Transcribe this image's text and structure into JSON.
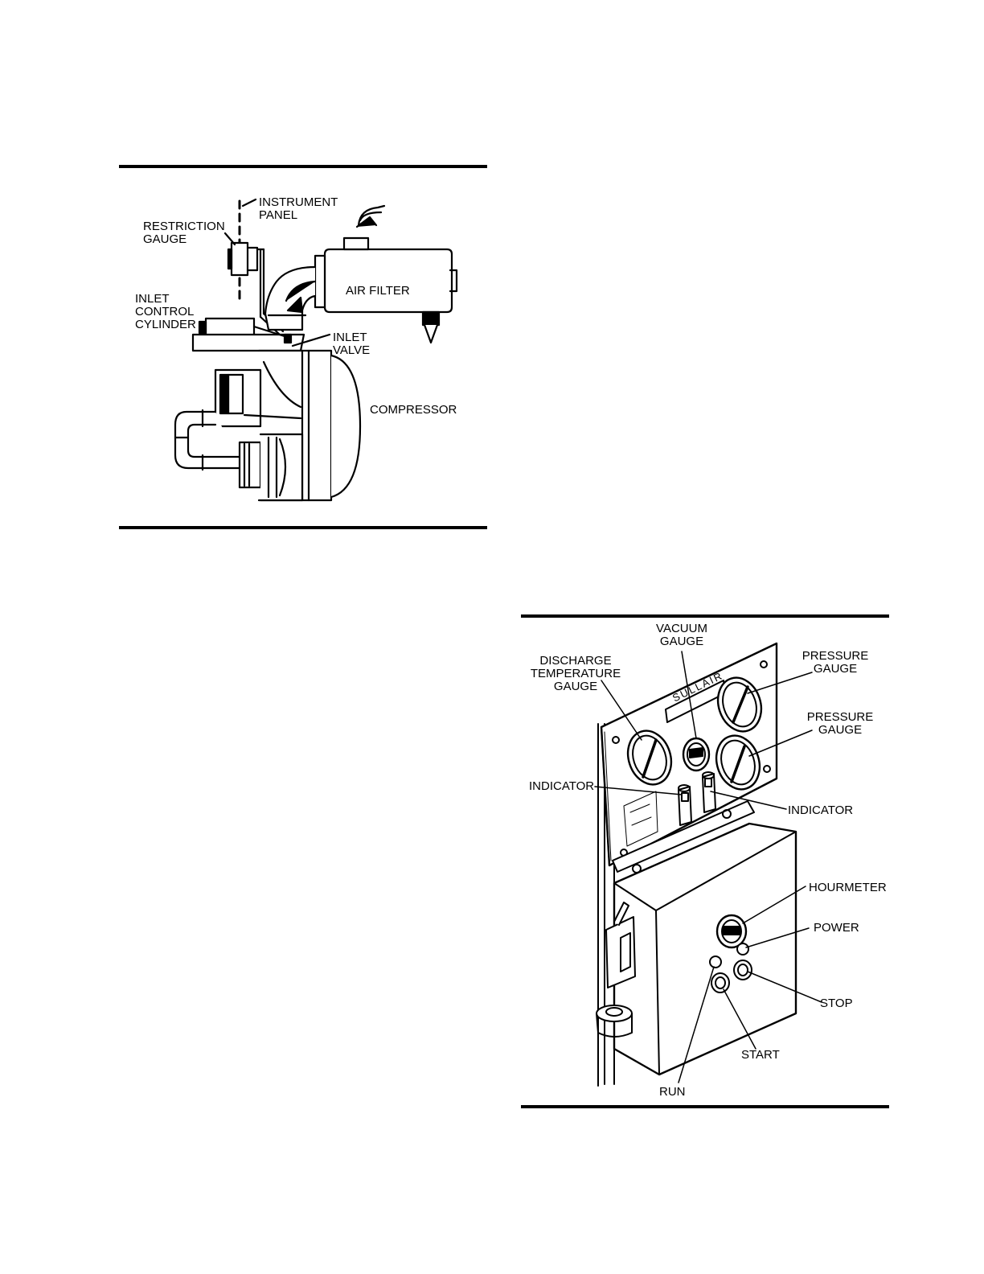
{
  "figure1": {
    "labels": {
      "instrument_panel": [
        "INSTRUMENT",
        "PANEL"
      ],
      "restriction_gauge": [
        "RESTRICTION",
        "GAUGE"
      ],
      "air_filter": "AIR FILTER",
      "inlet_control_cylinder": [
        "INLET",
        "CONTROL",
        "CYLINDER"
      ],
      "inlet_valve": [
        "INLET",
        "VALVE"
      ],
      "compressor": "COMPRESSOR"
    }
  },
  "figure2": {
    "brand": "SULLAIR",
    "labels": {
      "vacuum_gauge": [
        "VACUUM",
        "GAUGE"
      ],
      "discharge_temperature_gauge": [
        "DISCHARGE",
        "TEMPERATURE",
        "GAUGE"
      ],
      "pressure_gauge_1": [
        "PRESSURE",
        "GAUGE"
      ],
      "pressure_gauge_2": [
        "PRESSURE",
        "GAUGE"
      ],
      "indicator_left": "INDICATOR",
      "indicator_right": "INDICATOR",
      "hourmeter": "HOURMETER",
      "power": "POWER",
      "stop": "STOP",
      "start": "START",
      "run": "RUN"
    }
  }
}
